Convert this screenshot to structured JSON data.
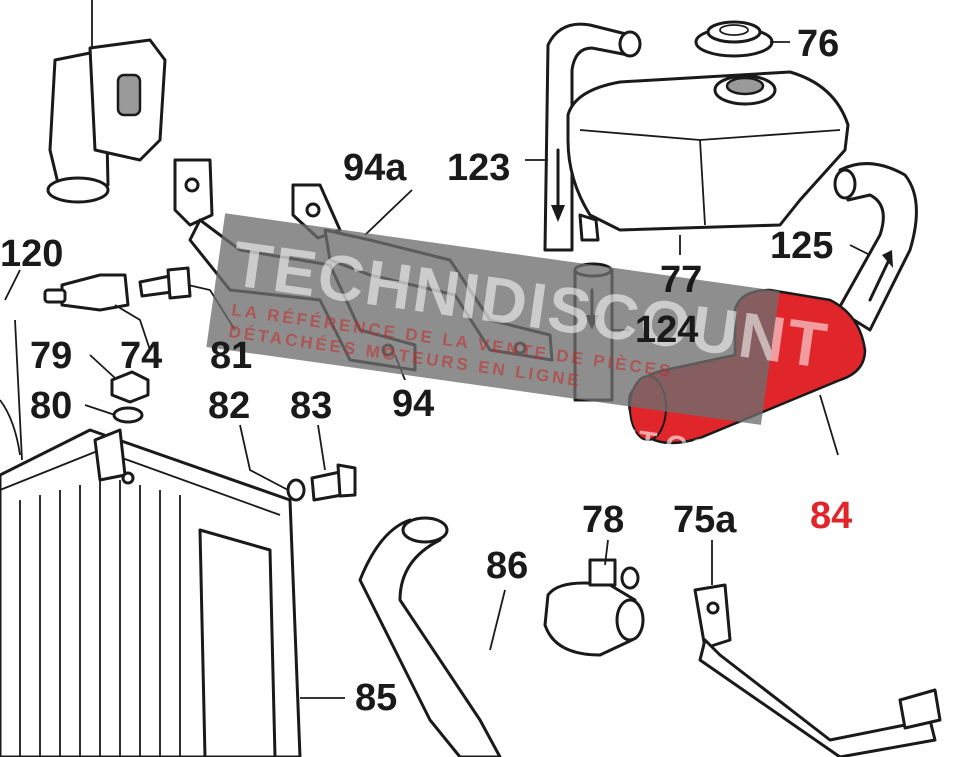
{
  "diagram": {
    "highlight_color": "#e0262b",
    "labels": [
      {
        "id": "l120",
        "text": "120"
      },
      {
        "id": "l94a",
        "text": "94a"
      },
      {
        "id": "l123",
        "text": "123"
      },
      {
        "id": "l76",
        "text": "76"
      },
      {
        "id": "l125",
        "text": "125"
      },
      {
        "id": "l77",
        "text": "77"
      },
      {
        "id": "l124",
        "text": "124"
      },
      {
        "id": "l79",
        "text": "79"
      },
      {
        "id": "l74",
        "text": "74"
      },
      {
        "id": "l81",
        "text": "81"
      },
      {
        "id": "l94",
        "text": "94"
      },
      {
        "id": "l80",
        "text": "80"
      },
      {
        "id": "l82",
        "text": "82"
      },
      {
        "id": "l83",
        "text": "83"
      },
      {
        "id": "l84",
        "text": "84"
      },
      {
        "id": "l78",
        "text": "78"
      },
      {
        "id": "l75a",
        "text": "75a"
      },
      {
        "id": "l86",
        "text": "86"
      },
      {
        "id": "l85",
        "text": "85"
      }
    ],
    "highlighted_part": "84"
  },
  "watermark": {
    "brand": "TECHNIDISCOUNT",
    "tagline_1": "LA RÉFÉRENCE DE LA VENTE DE PIÈCES",
    "tagline_2": "DÉTACHÉES MOTEURS EN LIGNE",
    "url": "WWW.TECHNIDISCOUNT.COM"
  }
}
